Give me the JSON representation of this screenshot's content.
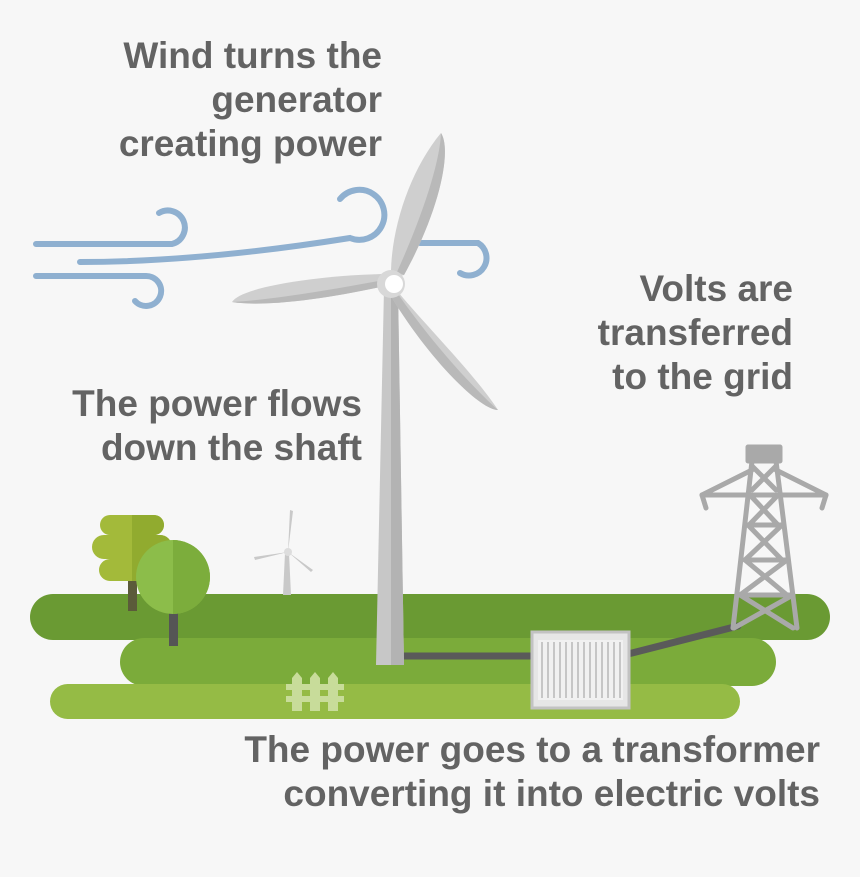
{
  "labels": {
    "wind": [
      "Wind turns the",
      "generator",
      "creating power"
    ],
    "shaft": [
      "The power flows",
      "down the shaft"
    ],
    "grid": [
      "Volts are",
      "transferred",
      "to the grid"
    ],
    "transformer": [
      "The power goes to a transformer",
      "converting it into electric volts"
    ]
  },
  "colors": {
    "background": "#f7f7f7",
    "text": "#636363",
    "wind_lines": "#8fb0d0",
    "grass_dark": "#6a9a33",
    "grass_mid": "#7bab3a",
    "grass_light": "#95bb45",
    "turbine": "#c4c4c4",
    "pylon": "#a9a9a9",
    "cable": "#5a5a5a"
  },
  "icons": [
    "wind-turbine-icon",
    "small-turbine-icon",
    "tree-icon",
    "pylon-icon",
    "transformer-icon",
    "fence-icon",
    "wind-gust-icon"
  ]
}
